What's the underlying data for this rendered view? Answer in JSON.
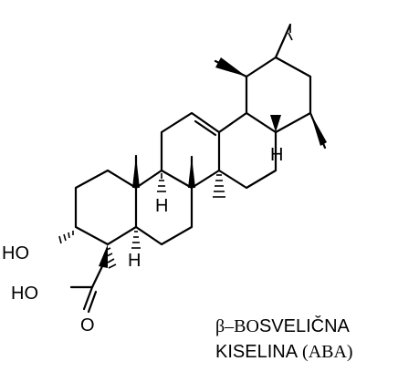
{
  "structure": {
    "atom_labels": {
      "hydroxyl": "HO",
      "hydroxyl_acid": "HO",
      "carbonyl_oxygen": "O",
      "h_c9": "H",
      "h_c18": "H",
      "h_c5": "H"
    }
  },
  "caption": {
    "line1_greek": "β–BO",
    "line1_rest": "SVELIČNA",
    "line2_main": "KISELINA",
    "line2_abbr": "(ABA)"
  }
}
